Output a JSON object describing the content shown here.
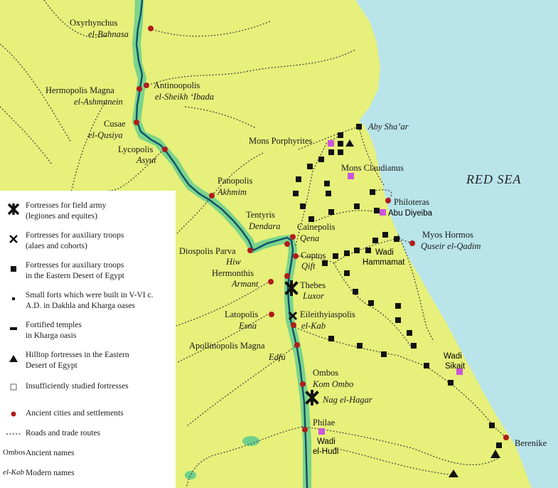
{
  "sea": {
    "label": "RED SEA"
  },
  "colors": {
    "land": "#e6f07a",
    "sea": "#b9e4ea",
    "valley": "#6fd08c",
    "river": "#0e4f6e",
    "city_dot": "#b01c1c",
    "unstudied_fort": "#cc55dd"
  },
  "places": [
    {
      "id": "oxyrhynchus",
      "ancient": "Oxyrhynchus",
      "modern": "el-Bahnasa"
    },
    {
      "id": "hermopolis",
      "ancient": "Hermopolis Magna",
      "modern": "el-Ashmunein"
    },
    {
      "id": "antinoopolis",
      "ancient": "Antinoopolis",
      "modern": "el-Sheikh ‘Ibada"
    },
    {
      "id": "cusae",
      "ancient": "Cusae",
      "modern": "el-Qusiya"
    },
    {
      "id": "lycopolis",
      "ancient": "Lycopolis",
      "modern": "Asyut"
    },
    {
      "id": "panopolis",
      "ancient": "Panopolis",
      "modern": "Akhmim"
    },
    {
      "id": "tentyris",
      "ancient": "Tentyris",
      "modern": "Dendara"
    },
    {
      "id": "cainepolis",
      "ancient": "Cainepolis",
      "modern": "Qena"
    },
    {
      "id": "diospolis",
      "ancient": "Diospolis Parva",
      "modern": "Hiw"
    },
    {
      "id": "coptos",
      "ancient": "Coptos",
      "modern": "Qift"
    },
    {
      "id": "hermonthis",
      "ancient": "Hermonthis",
      "modern": "Armant"
    },
    {
      "id": "thebes",
      "ancient": "Thebes",
      "modern": "Luxor"
    },
    {
      "id": "latopolis",
      "ancient": "Latopolis",
      "modern": "Esna"
    },
    {
      "id": "eileithyiaspolis",
      "ancient": "Eileithyiaspolis",
      "modern": "el-Kab"
    },
    {
      "id": "apollinopolis",
      "ancient": "Apollinopolis Magna",
      "modern": "Edfu"
    },
    {
      "id": "ombos",
      "ancient": "Ombos",
      "modern": "Kom Ombo"
    },
    {
      "id": "philae",
      "ancient": "Philae",
      "modern": ""
    },
    {
      "id": "philoteras",
      "ancient": "Philoteras",
      "modern": ""
    },
    {
      "id": "myos",
      "ancient": "Myos Hormos",
      "modern": "Quseir el-Qadim"
    },
    {
      "id": "berenike",
      "ancient": "Berenike",
      "modern": ""
    }
  ],
  "desert_sites": {
    "mons_porphyrites": "Mons Porphyrites",
    "mons_claudianus": "Mons Claudianus",
    "aby_shaar": "Aby Sha’ar",
    "abu_diyeiba": "Abu Diyeiba",
    "wadi_hammamat": [
      "Wadi",
      "Hammamat"
    ],
    "wadi_sikait": [
      "Wadi",
      "Sikait"
    ],
    "wadi_el_hudi": [
      "Wadi",
      "el-Hudi"
    ],
    "nag_el_hagar": "Nag el-Hagar"
  },
  "legend": {
    "items": [
      {
        "symbol": "field-army",
        "label": "Fortresses for field army\n(legiones and equites)"
      },
      {
        "symbol": "auxiliary",
        "label": "Fortresses for auxiliary troops\n(alaes and cohorts)"
      },
      {
        "symbol": "auxiliary-desert",
        "label": "Fortresses for auxiliary troops\nin the Eastern Desert of Egypt"
      },
      {
        "symbol": "small-fort",
        "label": "Small forts which were built in V-VI c.\nA.D. in Dakhla and Kharga oases"
      },
      {
        "symbol": "temple",
        "label": "Fortified temples\nin Kharga oasis"
      },
      {
        "symbol": "hilltop",
        "label": "Hilltop fortresses in the Eastern\nDesert of Egypt"
      },
      {
        "symbol": "unstudied",
        "label": "Insufficiently studied fortresses"
      },
      {
        "symbol": "city",
        "label": "Ancient cities and settlements"
      },
      {
        "symbol": "road",
        "label": "Roads and trade routes"
      }
    ],
    "example_ancient": "Ombos",
    "example_ancient_desc": "Ancient names",
    "example_modern": "el-Kab",
    "example_modern_desc": "Modern names"
  }
}
